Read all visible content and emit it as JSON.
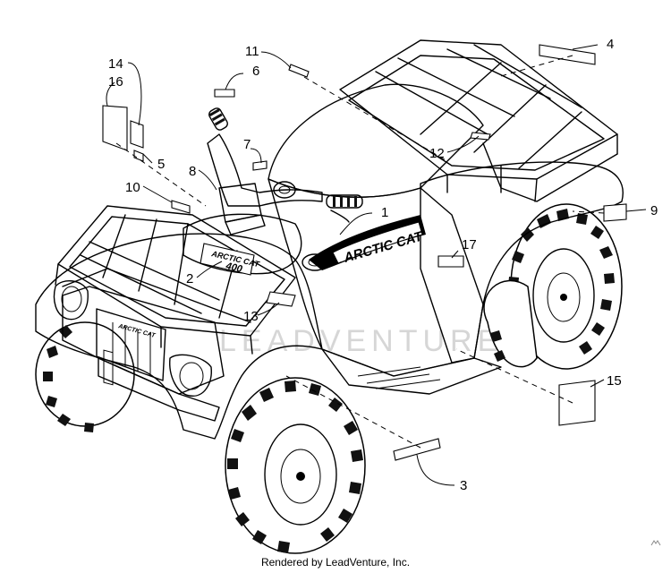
{
  "diagram": {
    "callouts": [
      {
        "id": "c1",
        "text": "1"
      },
      {
        "id": "c2",
        "text": "2"
      },
      {
        "id": "c3",
        "text": "3"
      },
      {
        "id": "c4",
        "text": "4"
      },
      {
        "id": "c5",
        "text": "5"
      },
      {
        "id": "c6",
        "text": "6"
      },
      {
        "id": "c7",
        "text": "7"
      },
      {
        "id": "c8",
        "text": "8"
      },
      {
        "id": "c9",
        "text": "9"
      },
      {
        "id": "c10",
        "text": "10"
      },
      {
        "id": "c11",
        "text": "11"
      },
      {
        "id": "c12",
        "text": "12"
      },
      {
        "id": "c13",
        "text": "13"
      },
      {
        "id": "c14",
        "text": "14"
      },
      {
        "id": "c15",
        "text": "15"
      },
      {
        "id": "c16",
        "text": "16"
      },
      {
        "id": "c17",
        "text": "17"
      }
    ],
    "watermark": "LEADVENTURE",
    "side_decal_brand": "ARCTIC CAT",
    "hood_decal_brand": "ARCTIC CAT",
    "hood_decal_model": "400",
    "grille_badge": "ARCTIC CAT"
  },
  "footer": {
    "credit": "Rendered by LeadVenture, Inc."
  }
}
